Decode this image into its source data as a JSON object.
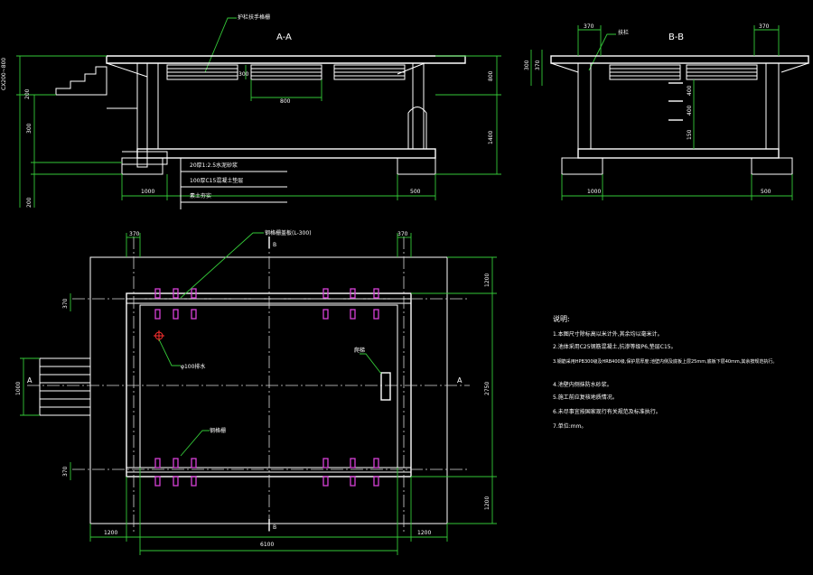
{
  "section_aa": {
    "title": "A-A",
    "leader_label": "护栏扶手格栅",
    "dim_left_total": "CX200~800",
    "dim_left_1": "200",
    "dim_left_2": "300",
    "dim_left_3": "200",
    "dim_grille_h": "300",
    "dim_grille_w": "800",
    "dim_right_1": "800",
    "dim_right_2": "1400",
    "dim_bottom_left": "1000",
    "dim_bottom_right": "500",
    "notes": [
      "20厚1:2.5水泥砂浆",
      "100厚C15混凝土垫层",
      "素土夯实"
    ]
  },
  "section_bb": {
    "title": "B-B",
    "leader_label": "扶栏",
    "dim_top_left": "370",
    "dim_top_right": "370",
    "dim_left_1": "300",
    "dim_left_2": "370",
    "dim_step_1": "400",
    "dim_step_2": "400",
    "dim_step_3": "150",
    "dim_bottom_left": "1000",
    "dim_bottom_right": "500"
  },
  "plan": {
    "leader_top": "钢格栅盖板(L-300)",
    "leader_drain": "φ100排水",
    "leader_ladder": "爬梯",
    "leader_bottom": "钢格栅",
    "dim_top_left": "370",
    "dim_top_right": "370",
    "dim_left_1": "370",
    "dim_left_2": "1000",
    "dim_left_3": "370",
    "dim_right_1": "1200",
    "dim_right_2": "2750",
    "dim_right_3": "1200",
    "dim_bottom_1": "1200",
    "dim_bottom_2": "6100",
    "dim_bottom_3": "1200",
    "cut_a_left": "A",
    "cut_a_right": "A",
    "cut_b_top": "B",
    "cut_b_bottom": "B"
  },
  "notes": {
    "heading": "说明:",
    "items": [
      "1.本图尺寸除标高以米计外,其余均以毫米计。",
      "2.池体采用C25钢筋混凝土,抗渗等级P6,垫层C15。",
      "3.钢筋采用HPB300级及HRB400级,保护层厚度:池壁内侧及底板上层25mm,底板下层40mm,其余按规范执行。",
      "4.池壁内侧抹防水砂浆。",
      "5.施工前应复核地质情况。",
      "6.未尽事宜按国家现行有关规范及标准执行。",
      "7.单位:mm。"
    ]
  },
  "colors": {
    "background": "#000000",
    "lines": "#ffffff",
    "leaders": "#34c838",
    "anchors": "#d640d6",
    "drain": "#ff3030"
  }
}
